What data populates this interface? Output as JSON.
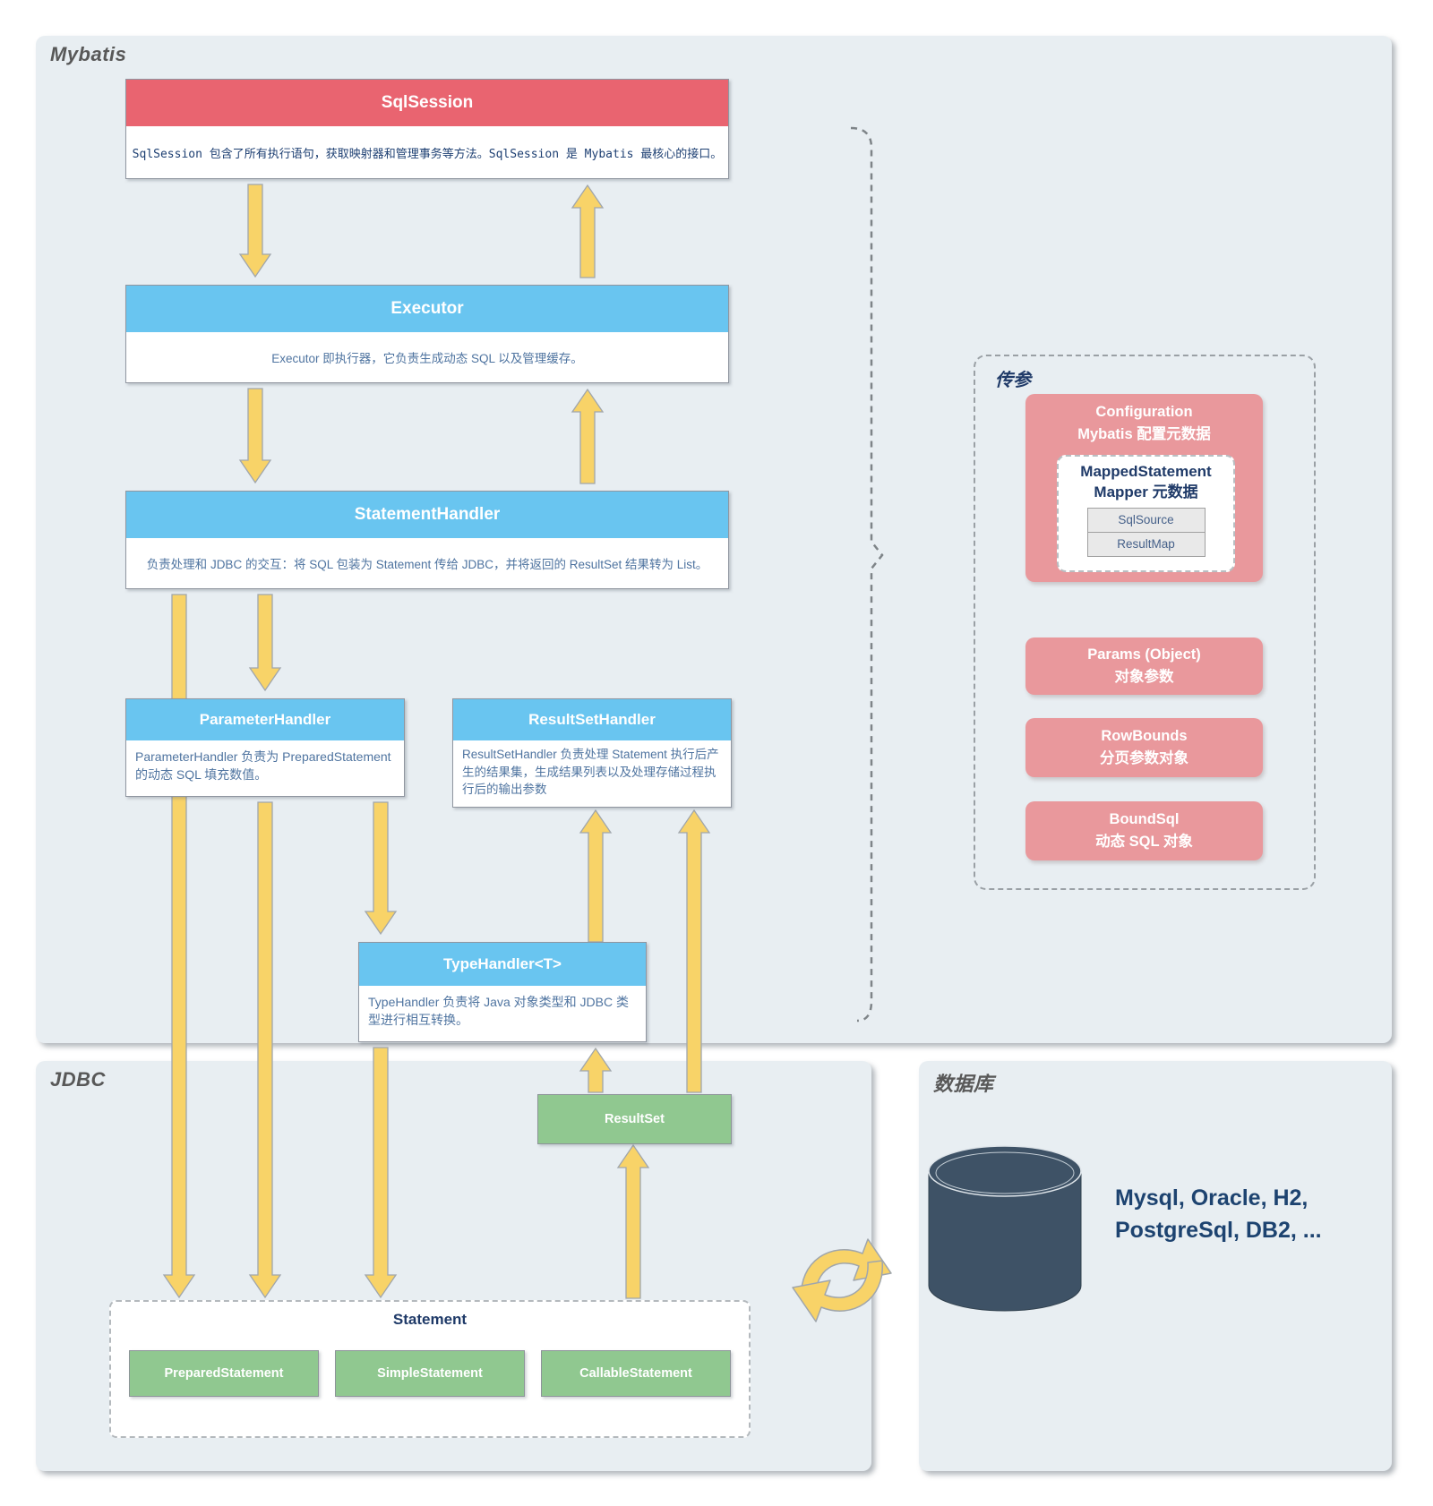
{
  "mybatis": {
    "label": "Mybatis",
    "sqlsession": {
      "title": "SqlSession",
      "desc": "SqlSession 包含了所有执行语句，获取映射器和管理事务等方法。SqlSession 是 Mybatis 最核心的接口。"
    },
    "executor": {
      "title": "Executor",
      "desc": "Executor 即执行器，它负责生成动态 SQL 以及管理缓存。"
    },
    "statement_handler": {
      "title": "StatementHandler",
      "desc": "负责处理和 JDBC 的交互：将 SQL 包装为 Statement 传给 JDBC，并将返回的 ResultSet 结果转为 List。"
    },
    "parameter_handler": {
      "title": "ParameterHandler",
      "desc": "ParameterHandler 负责为 PreparedStatement 的动态 SQL 填充数值。"
    },
    "resultset_handler": {
      "title": "ResultSetHandler",
      "desc": "ResultSetHandler 负责处理 Statement 执行后产生的结果集，生成结果列表以及处理存储过程执行后的输出参数"
    },
    "type_handler": {
      "title": "TypeHandler<T>",
      "desc": "TypeHandler 负责将 Java 对象类型和 JDBC 类型进行相互转换。"
    }
  },
  "param_passing": {
    "label": "传参",
    "configuration": {
      "line1": "Configuration",
      "line2": "Mybatis 配置元数据"
    },
    "mapped_statement": {
      "line1": "MappedStatement",
      "line2": "Mapper 元数据",
      "items": [
        "SqlSource",
        "ResultMap"
      ]
    },
    "params": {
      "line1": "Params (Object)",
      "line2": "对象参数"
    },
    "row_bounds": {
      "line1": "RowBounds",
      "line2": "分页参数对象"
    },
    "bound_sql": {
      "line1": "BoundSql",
      "line2": "动态 SQL 对象"
    }
  },
  "jdbc": {
    "label": "JDBC",
    "resultset": "ResultSet",
    "statement": {
      "title": "Statement",
      "items": [
        "PreparedStatement",
        "SimpleStatement",
        "CallableStatement"
      ]
    }
  },
  "database": {
    "label": "数据库",
    "engines_line1": "Mysql, Oracle, H2,",
    "engines_line2": "PostgreSql, DB2, ..."
  },
  "colors": {
    "red_header": "#e96470",
    "blue_header": "#69c5f0",
    "green_box": "#90c890",
    "pink_box": "#e9989c",
    "arrow_yellow": "#f8d368",
    "container_bg": "#e8eef2"
  }
}
